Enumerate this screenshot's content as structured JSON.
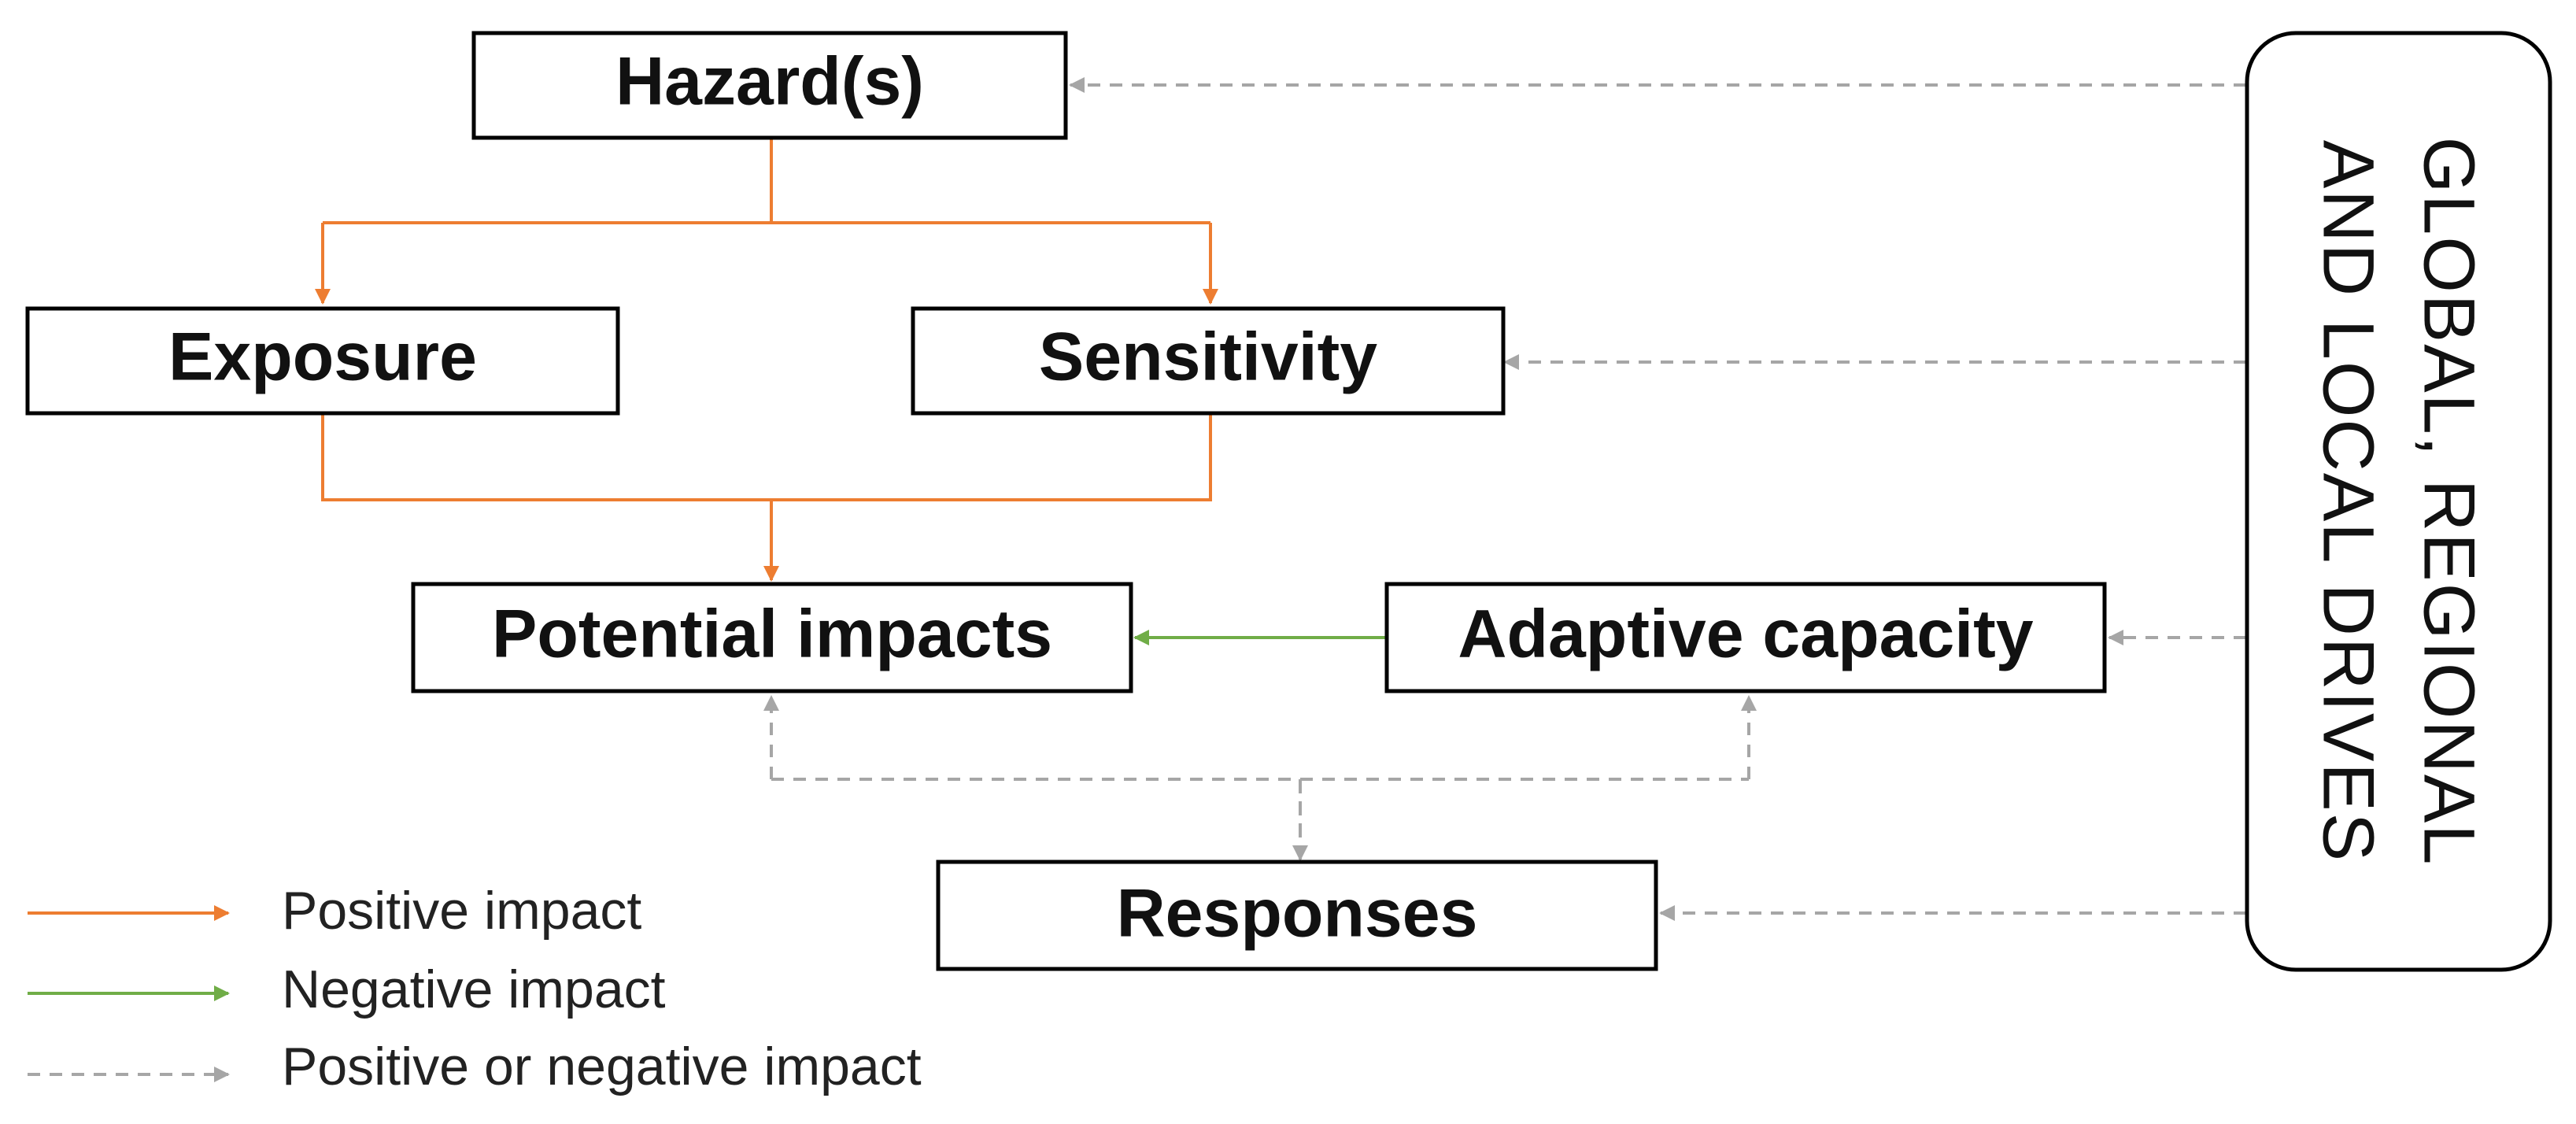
{
  "nodes": {
    "hazards": "Hazard(s)",
    "exposure": "Exposure",
    "sensitivity": "Sensitivity",
    "potential_impacts": "Potential impacts",
    "adaptive_capacity": "Adaptive capacity",
    "responses": "Responses"
  },
  "drivers": {
    "line1": "GLOBAL, REGIONAL",
    "line2": "AND LOCAL DRIVES"
  },
  "legend": {
    "positive": "Positive impact",
    "negative": "Negative impact",
    "either": "Positive or negative impact"
  },
  "colors": {
    "positive": "#ED7D31",
    "negative": "#70AD47",
    "either": "#A6A6A6",
    "box_border": "#000000"
  }
}
